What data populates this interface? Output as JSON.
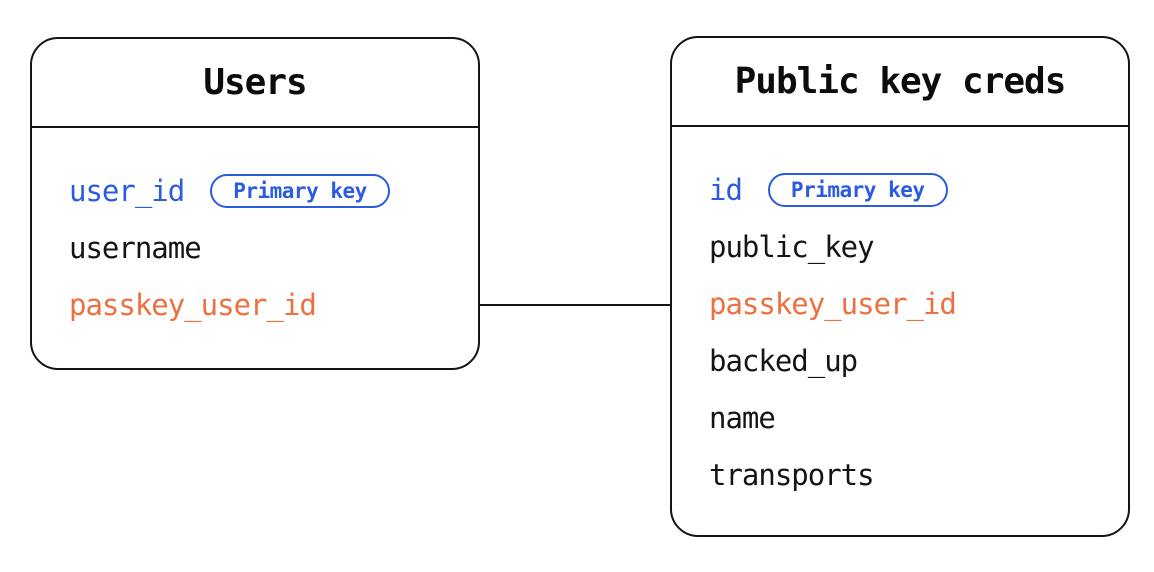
{
  "diagram": {
    "tables": [
      {
        "name": "Users",
        "fields": [
          {
            "name": "user_id",
            "role": "primary-key",
            "badge": "Primary key"
          },
          {
            "name": "username",
            "role": "normal"
          },
          {
            "name": "passkey_user_id",
            "role": "foreign-key"
          }
        ]
      },
      {
        "name": "Public key creds",
        "fields": [
          {
            "name": "id",
            "role": "primary-key",
            "badge": "Primary key"
          },
          {
            "name": "public_key",
            "role": "normal"
          },
          {
            "name": "passkey_user_id",
            "role": "foreign-key"
          },
          {
            "name": "backed_up",
            "role": "normal"
          },
          {
            "name": "name",
            "role": "normal"
          },
          {
            "name": "transports",
            "role": "normal"
          }
        ]
      }
    ],
    "relationship": {
      "from": "Users.passkey_user_id",
      "to": "Public key creds.passkey_user_id"
    },
    "colors": {
      "primary_key_blue": "#2b5cdf",
      "foreign_key_orange": "#ed7140",
      "text_and_border": "#141414",
      "background": "#ffffff"
    }
  }
}
